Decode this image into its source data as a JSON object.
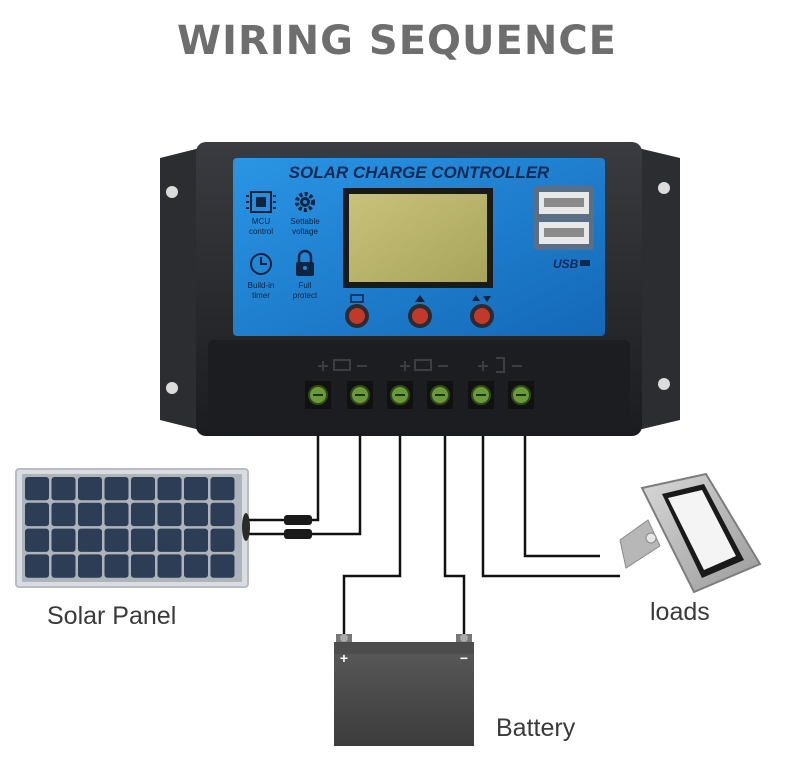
{
  "title": "WIRING SEQUENCE",
  "controller": {
    "header": "SOLAR CHARGE CONTROLLER",
    "features": [
      {
        "icon": "mcu-chip-icon",
        "label_lines": [
          "MCU",
          "control"
        ]
      },
      {
        "icon": "gear-icon",
        "label_lines": [
          "Settable",
          "voltage"
        ]
      },
      {
        "icon": "clock-icon",
        "label_lines": [
          "Build-in",
          "timer"
        ]
      },
      {
        "icon": "lock-icon",
        "label_lines": [
          "Full",
          "protect"
        ]
      }
    ],
    "usb_label": "USB",
    "button_icons": [
      "menu-icon",
      "up-arrow-icon",
      "up-down-arrow-icon"
    ],
    "colors": {
      "panel_blue": "#1e86d6",
      "body": "#26272b",
      "lcd": "#b9b46a",
      "terminal": "#6a9a3a"
    }
  },
  "labels": {
    "solar_panel": "Solar Panel",
    "battery": "Battery",
    "loads": "loads"
  },
  "battery_terminals": {
    "positive": "+",
    "negative": "−"
  }
}
